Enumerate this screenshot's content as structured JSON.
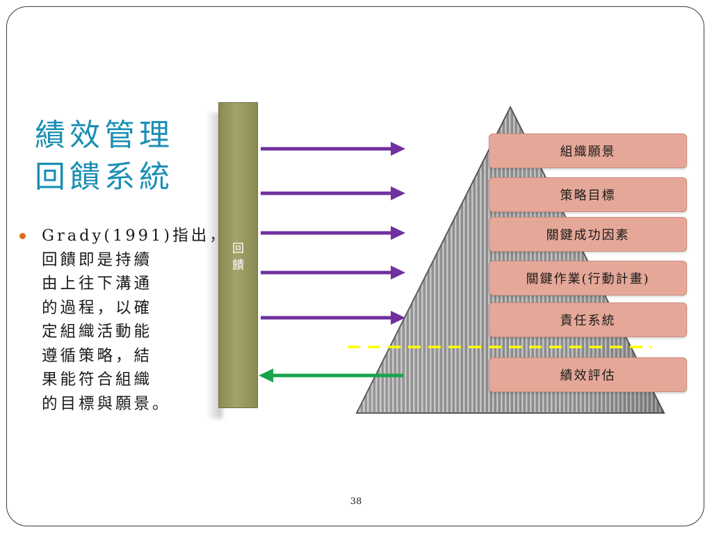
{
  "slide": {
    "title_lines": [
      "績效管理",
      "回饋系統"
    ],
    "bullet_lines": [
      "Grady(1991)指出，",
      "回饋即是持續",
      "由上往下溝通",
      "的過程，以確",
      "定組織活動能",
      "遵循策略，結",
      "果能符合組織",
      "的目標與願景。"
    ],
    "feedback_bar": {
      "label_chars": [
        "回",
        "饋"
      ]
    },
    "pyramid_levels": [
      "組織願景",
      "策略目標",
      "關鍵成功因素",
      "關鍵作業(行動計畫)",
      "責任系統",
      "績效評估"
    ],
    "page_number": "38"
  },
  "colors": {
    "title": "#1b8fb4",
    "bullet": "#e06b1f",
    "bar": "#9b9b65",
    "arrow_down": "#7030a0",
    "arrow_feedback": "#16a34a",
    "dashed_line": "#ffff00",
    "level_box": "#e5a898",
    "pyramid": "#8c8c8c"
  }
}
